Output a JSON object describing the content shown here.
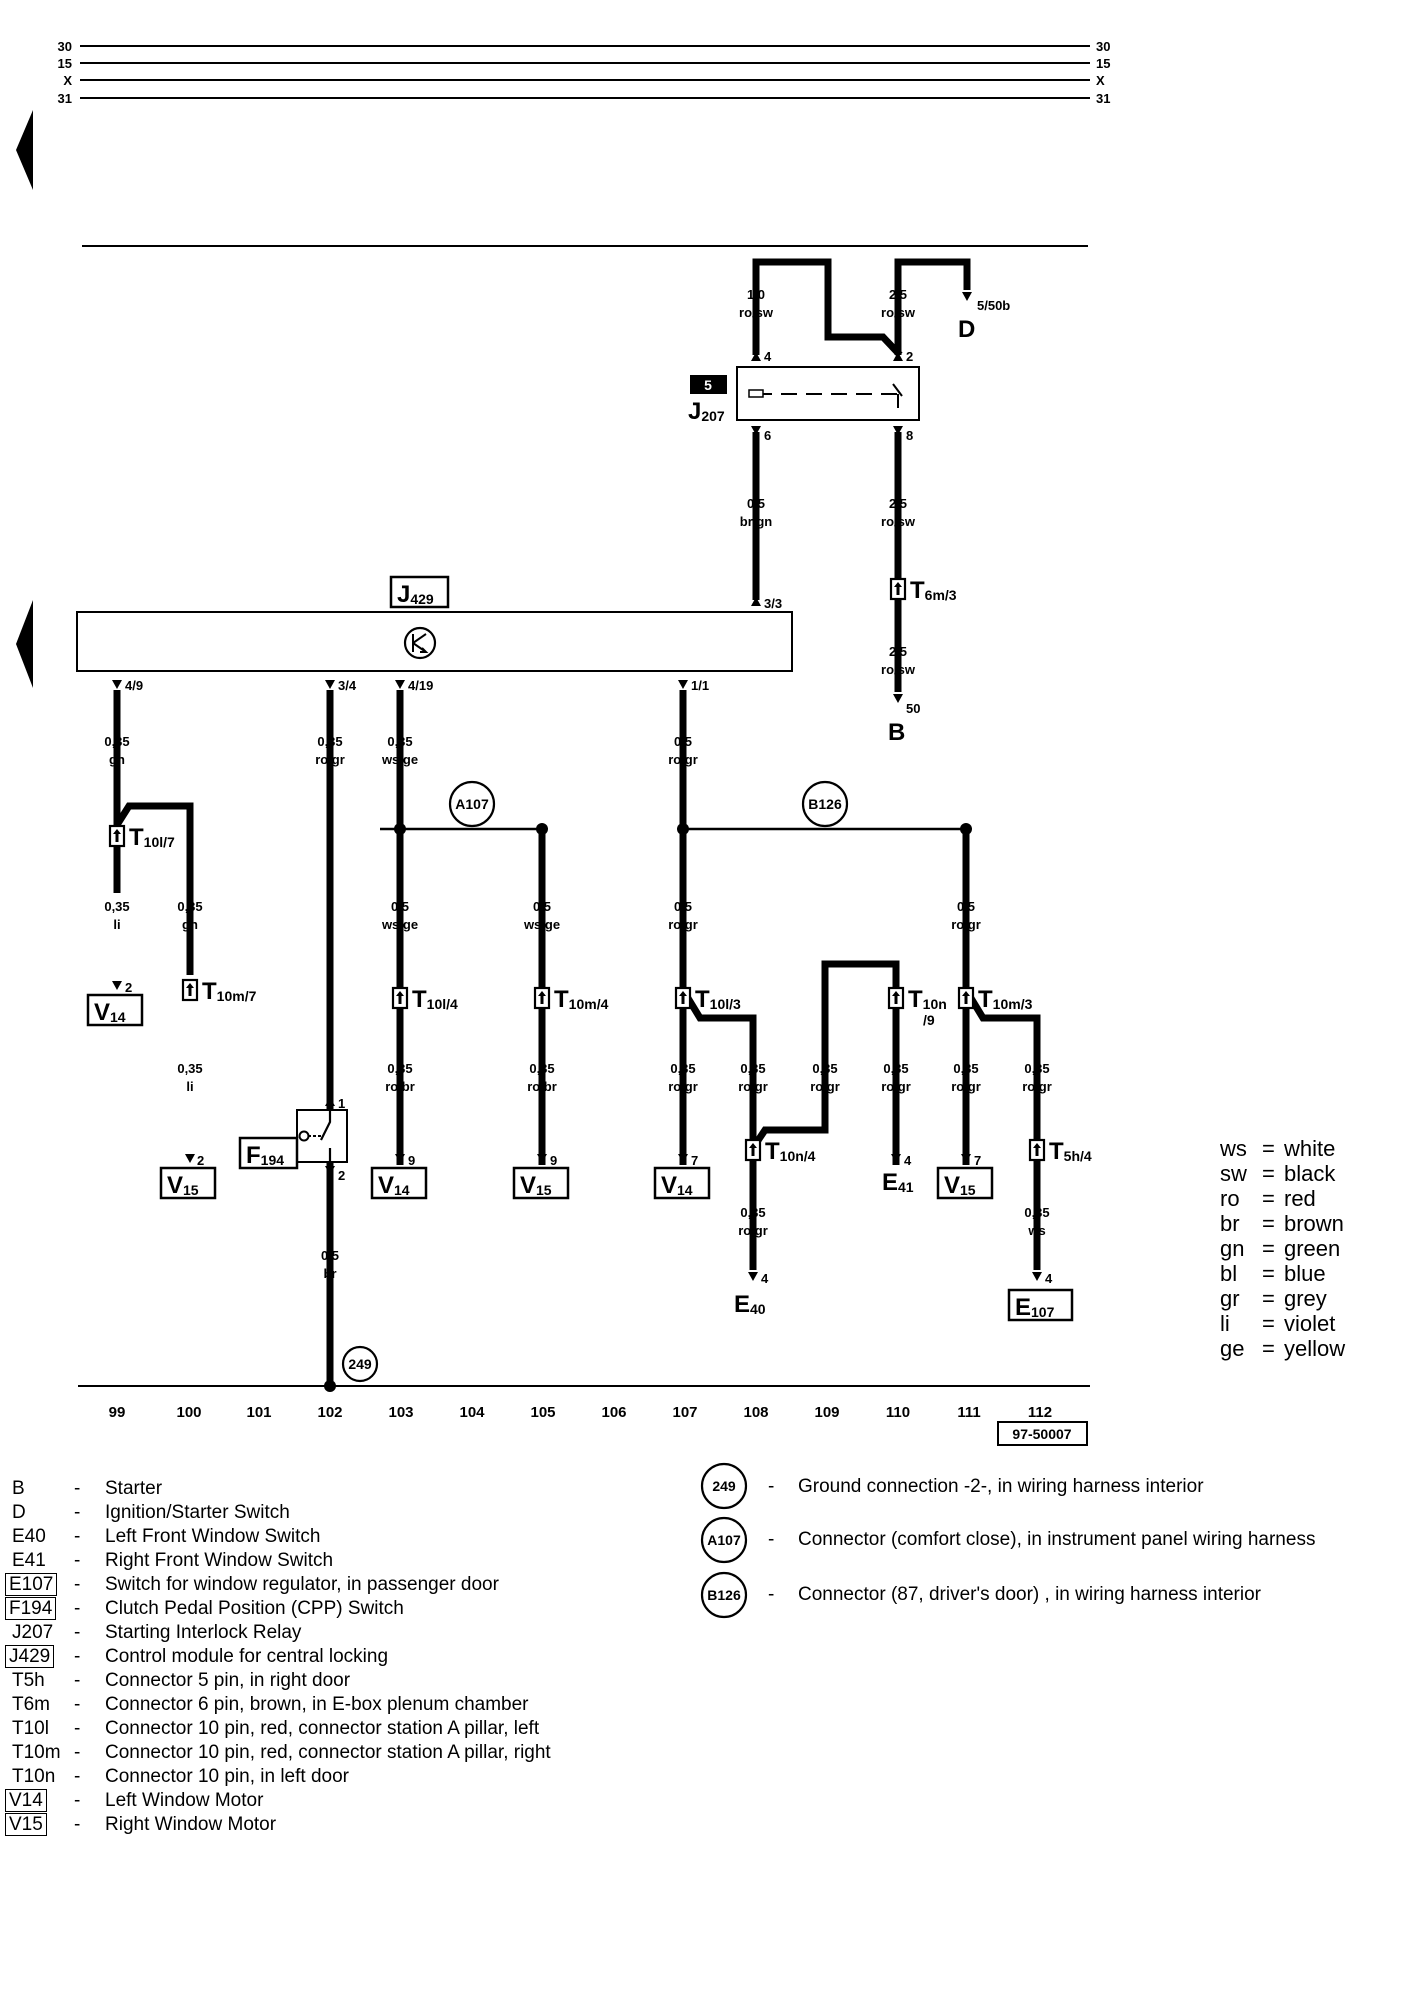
{
  "rails": [
    "30",
    "15",
    "X",
    "31"
  ],
  "components": {
    "J429": {
      "code": "J",
      "sub": "429"
    },
    "J207": {
      "code": "J",
      "sub": "207",
      "fuse": "5"
    },
    "F194": {
      "code": "F",
      "sub": "194"
    },
    "V14": {
      "code": "V",
      "sub": "14"
    },
    "V15": {
      "code": "V",
      "sub": "15"
    },
    "E107": {
      "code": "E",
      "sub": "107"
    },
    "E40": {
      "code": "E",
      "sub": "40"
    },
    "E41": {
      "code": "E",
      "sub": "41"
    },
    "B": {
      "code": "B"
    },
    "D": {
      "code": "D"
    }
  },
  "wires": {
    "w1": {
      "size": "1,0",
      "color": "ro/sw"
    },
    "w2": {
      "size": "2,5",
      "color": "ro/sw"
    },
    "w3": {
      "size": "0,5",
      "color": "br/gn"
    },
    "w4": {
      "size": "2,5",
      "color": "ro/sw"
    },
    "w5": {
      "size": "2,5",
      "color": "ro/sw"
    },
    "w6": {
      "size": "0,35",
      "color": "gn"
    },
    "w7": {
      "size": "0,35",
      "color": "ro/gr"
    },
    "w8": {
      "size": "0,35",
      "color": "ws/ge"
    },
    "w9": {
      "size": "0,5",
      "color": "ro/gr"
    },
    "w10": {
      "size": "0,35",
      "color": "li"
    },
    "w11": {
      "size": "0,35",
      "color": "gn"
    },
    "w12": {
      "size": "0,5",
      "color": "ws/ge"
    },
    "w13": {
      "size": "0,5",
      "color": "ws/ge"
    },
    "w14": {
      "size": "0,5",
      "color": "ro/gr"
    },
    "w15": {
      "size": "0,5",
      "color": "ro/gr"
    },
    "w16": {
      "size": "0,35",
      "color": "li"
    },
    "w17": {
      "size": "0,35",
      "color": "ro/br"
    },
    "w18": {
      "size": "0,35",
      "color": "ro/br"
    },
    "w19": {
      "size": "0,35",
      "color": "ro/gr"
    },
    "w20": {
      "size": "0,35",
      "color": "ro/gr"
    },
    "w21": {
      "size": "0,35",
      "color": "ro/gr"
    },
    "w22": {
      "size": "0,35",
      "color": "ro/gr"
    },
    "w23": {
      "size": "0,35",
      "color": "ro/gr"
    },
    "w24": {
      "size": "0,35",
      "color": "ro/gr"
    },
    "w25": {
      "size": "0,35",
      "color": "ro/gr"
    },
    "w26": {
      "size": "0,35",
      "color": "ws"
    },
    "w27": {
      "size": "0,5",
      "color": "br"
    }
  },
  "pins": {
    "j207_4": "4",
    "j207_2": "2",
    "j207_6": "6",
    "j207_8": "8",
    "d_5050b": "5/50b",
    "j429_33": "3/3",
    "j429_49": "4/9",
    "j429_34": "3/4",
    "j429_419": "4/19",
    "j429_11": "1/1",
    "b_50": "50",
    "v14_2": "2",
    "v15_2": "2",
    "f194_1": "1",
    "f194_2": "2",
    "v14_9": "9",
    "v15_9": "9",
    "v14_7": "7",
    "e41_4": "4",
    "v15_7": "7",
    "e40_4": "4",
    "e107_4": "4"
  },
  "connectors": {
    "t6m3": {
      "code": "T",
      "sub": "6m/3"
    },
    "t10l7": {
      "code": "T",
      "sub": "10l/7"
    },
    "t10m7": {
      "code": "T",
      "sub": "10m/7"
    },
    "t10l4": {
      "code": "T",
      "sub": "10l/4"
    },
    "t10m4": {
      "code": "T",
      "sub": "10m/4"
    },
    "t10l3": {
      "code": "T",
      "sub": "10l/3"
    },
    "t10n9": {
      "code": "T",
      "sub": "10n",
      "sub2": "/9"
    },
    "t10m3": {
      "code": "T",
      "sub": "10m/3"
    },
    "t10n4": {
      "code": "T",
      "sub": "10n/4"
    },
    "t5h4": {
      "code": "T",
      "sub": "5h/4"
    }
  },
  "ground_circles": {
    "g249": "249",
    "a107": "A107",
    "b126": "B126"
  },
  "columns": [
    "99",
    "100",
    "101",
    "102",
    "103",
    "104",
    "105",
    "106",
    "107",
    "108",
    "109",
    "110",
    "111",
    "112"
  ],
  "diagram_code": "97-50007",
  "color_legend": [
    {
      "abbr": "ws",
      "eq": "=",
      "name": "white"
    },
    {
      "abbr": "sw",
      "eq": "=",
      "name": "black"
    },
    {
      "abbr": "ro",
      "eq": "=",
      "name": "red"
    },
    {
      "abbr": "br",
      "eq": "=",
      "name": "brown"
    },
    {
      "abbr": "gn",
      "eq": "=",
      "name": "green"
    },
    {
      "abbr": "bl",
      "eq": "=",
      "name": "blue"
    },
    {
      "abbr": "gr",
      "eq": "=",
      "name": "grey"
    },
    {
      "abbr": "li",
      "eq": "=",
      "name": "violet"
    },
    {
      "abbr": "ge",
      "eq": "=",
      "name": "yellow"
    }
  ],
  "legend": [
    {
      "code": "B",
      "boxed": false,
      "dash": "-",
      "desc": "Starter"
    },
    {
      "code": "D",
      "boxed": false,
      "dash": "-",
      "desc": "Ignition/Starter Switch"
    },
    {
      "code": "E40",
      "boxed": false,
      "dash": "-",
      "desc": "Left Front Window Switch"
    },
    {
      "code": "E41",
      "boxed": false,
      "dash": "-",
      "desc": "Right Front Window Switch"
    },
    {
      "code": "E107",
      "boxed": true,
      "dash": "-",
      "desc": "Switch for window regulator, in passenger door"
    },
    {
      "code": "F194",
      "boxed": true,
      "dash": "-",
      "desc": "Clutch Pedal Position (CPP) Switch"
    },
    {
      "code": "J207",
      "boxed": false,
      "dash": "-",
      "desc": "Starting Interlock Relay"
    },
    {
      "code": "J429",
      "boxed": true,
      "dash": "-",
      "desc": "Control module for central locking"
    },
    {
      "code": "T5h",
      "boxed": false,
      "dash": "-",
      "desc": "Connector 5 pin, in right door"
    },
    {
      "code": "T6m",
      "boxed": false,
      "dash": "-",
      "desc": "Connector 6 pin, brown, in E-box plenum chamber"
    },
    {
      "code": "T10l",
      "boxed": false,
      "dash": "-",
      "desc": "Connector 10 pin, red, connector station A pillar, left"
    },
    {
      "code": "T10m",
      "boxed": false,
      "dash": "-",
      "desc": "Connector 10 pin, red, connector station A pillar, right"
    },
    {
      "code": "T10n",
      "boxed": false,
      "dash": "-",
      "desc": "Connector 10 pin, in left door"
    },
    {
      "code": "V14",
      "boxed": true,
      "dash": "-",
      "desc": "Left Window Motor"
    },
    {
      "code": "V15",
      "boxed": true,
      "dash": "-",
      "desc": "Right Window Motor"
    }
  ],
  "ground_legend": [
    {
      "symbol": "249",
      "dash": "-",
      "desc": "Ground connection -2-, in wiring harness interior"
    },
    {
      "symbol": "A107",
      "dash": "-",
      "desc": "Connector (comfort close), in instrument panel wiring harness"
    },
    {
      "symbol": "B126",
      "dash": "-",
      "desc": "Connector (87, driver's door) , in wiring harness interior"
    }
  ]
}
